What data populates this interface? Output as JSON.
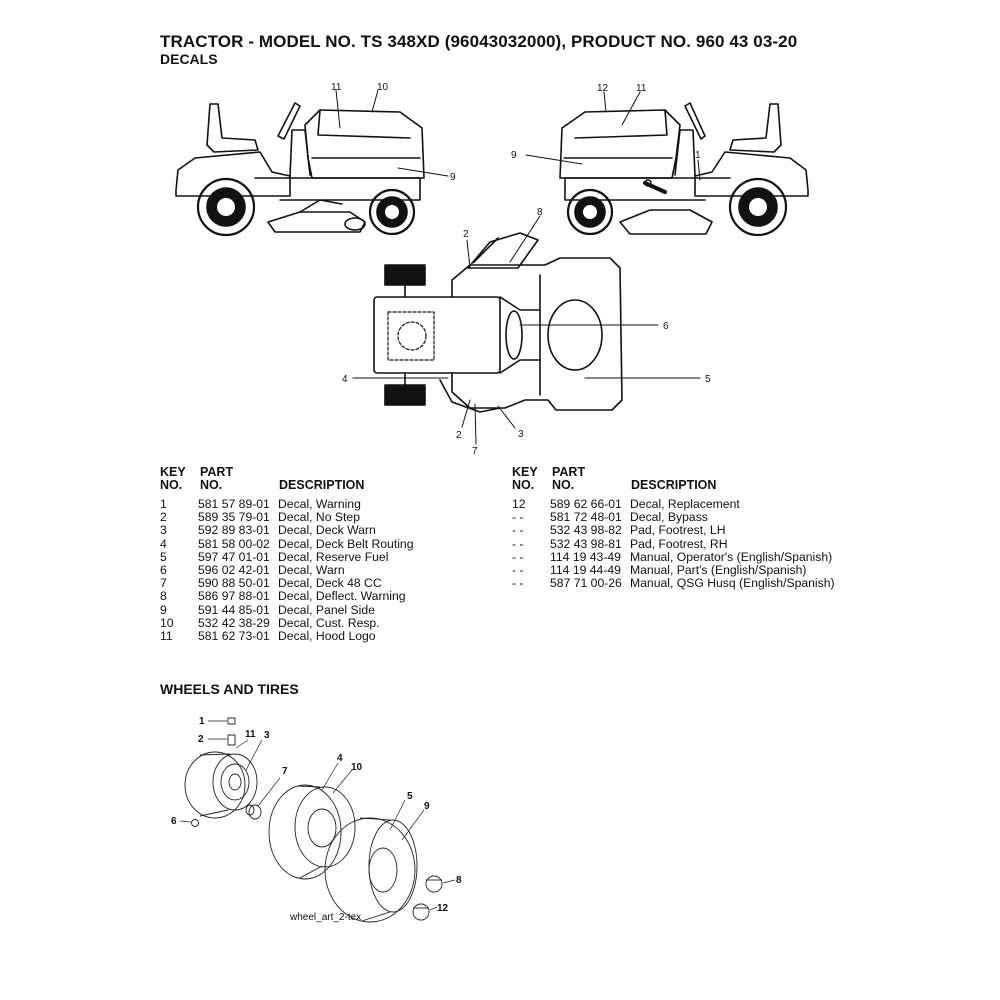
{
  "header": {
    "title": "TRACTOR - MODEL NO. TS 348XD (96043032000), PRODUCT NO. 960 43 03-20",
    "subtitle": "DECALS"
  },
  "decal_callouts": {
    "left_view": [
      "11",
      "10",
      "9"
    ],
    "right_view": [
      "12",
      "11",
      "9",
      "1"
    ],
    "top_view": [
      "2",
      "8",
      "6",
      "4",
      "5",
      "2",
      "7",
      "3"
    ]
  },
  "table_headers": {
    "key": "KEY",
    "no": "NO.",
    "part": "PART",
    "part_no": "NO.",
    "description": "DESCRIPTION"
  },
  "parts_left": [
    {
      "key": "1",
      "part": "581 57 89-01",
      "desc": "Decal, Warning"
    },
    {
      "key": "2",
      "part": "589 35 79-01",
      "desc": "Decal, No Step"
    },
    {
      "key": "3",
      "part": "592 89 83-01",
      "desc": "Decal, Deck Warn"
    },
    {
      "key": "4",
      "part": "581 58 00-02",
      "desc": "Decal, Deck Belt Routing"
    },
    {
      "key": "5",
      "part": "597 47 01-01",
      "desc": "Decal, Reserve Fuel"
    },
    {
      "key": "6",
      "part": "596 02 42-01",
      "desc": "Decal, Warn"
    },
    {
      "key": "7",
      "part": "590 88 50-01",
      "desc": "Decal, Deck 48 CC"
    },
    {
      "key": "8",
      "part": "586 97 88-01",
      "desc": "Decal, Deflect. Warning"
    },
    {
      "key": "9",
      "part": "591 44 85-01",
      "desc": "Decal, Panel Side"
    },
    {
      "key": "10",
      "part": "532 42 38-29",
      "desc": "Decal, Cust. Resp."
    },
    {
      "key": "11",
      "part": "581 62 73-01",
      "desc": "Decal, Hood Logo"
    }
  ],
  "parts_right": [
    {
      "key": "12",
      "part": "589 62 66-01",
      "desc": "Decal, Replacement"
    },
    {
      "key": "- -",
      "part": "581 72 48-01",
      "desc": "Decal, Bypass"
    },
    {
      "key": "- -",
      "part": "532 43 98-82",
      "desc": "Pad, Footrest, LH"
    },
    {
      "key": "- -",
      "part": "532 43 98-81",
      "desc": "Pad, Footrest, RH"
    },
    {
      "key": "- -",
      "part": "114 19 43-49",
      "desc": "Manual, Operator's (English/Spanish)"
    },
    {
      "key": "- -",
      "part": "114 19 44-49",
      "desc": "Manual, Part's (English/Spanish)"
    },
    {
      "key": "- -",
      "part": "587 71 00-26",
      "desc": "Manual, QSG Husq (English/Spanish)"
    }
  ],
  "wheels": {
    "title": "WHEELS AND TIRES",
    "callouts": [
      "1",
      "2",
      "11",
      "3",
      "7",
      "4",
      "10",
      "6",
      "5",
      "9",
      "8",
      "12"
    ],
    "art_caption": "wheel_art_2-tex"
  }
}
